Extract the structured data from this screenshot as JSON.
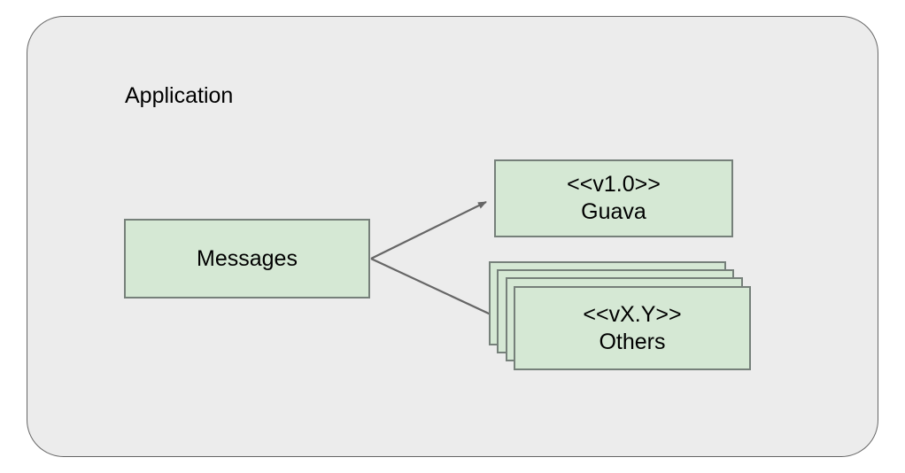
{
  "diagram": {
    "container": {
      "label": "Application",
      "background": "#ececec",
      "border_color": "#666666"
    },
    "palette": {
      "node_fill": "#d5e8d4",
      "node_border": "#76807a",
      "edge_color": "#666666",
      "text_color": "#000000",
      "page_background": "#ffffff"
    },
    "nodes": {
      "messages": {
        "label": "Messages"
      },
      "guava": {
        "stereotype": "<<v1.0>>",
        "label": "Guava"
      },
      "others": {
        "stereotype": "<<vX.Y>>",
        "label": "Others",
        "stack_count": 4
      }
    },
    "edges": [
      {
        "from": "Messages",
        "to": "Guava",
        "arrowhead": "filled-triangle"
      },
      {
        "from": "Messages",
        "to": "Others",
        "arrowhead": "filled-triangle"
      }
    ]
  }
}
